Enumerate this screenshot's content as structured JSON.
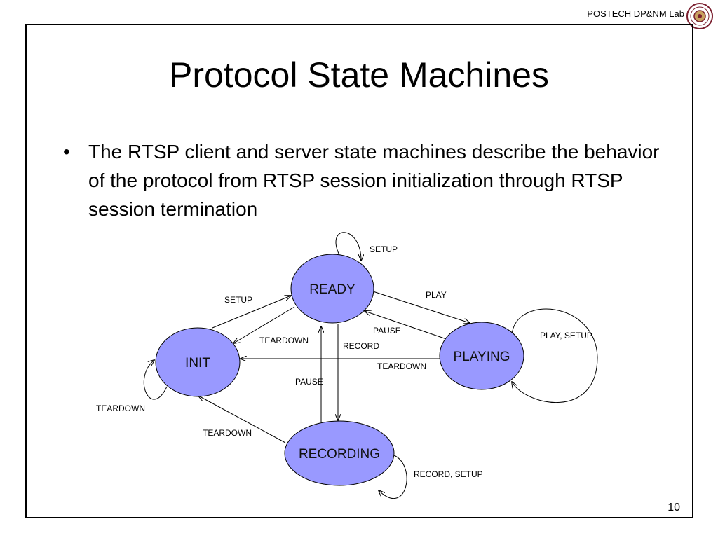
{
  "header": {
    "lab_name": "POSTECH DP&NM Lab",
    "logo_icon": "university-seal-icon"
  },
  "slide": {
    "title": "Protocol State Machines",
    "bullet": "The RTSP client and server state machines describe the behavior of the protocol from RTSP session initialization through RTSP session termination",
    "page_number": "10"
  },
  "diagram": {
    "states": {
      "ready": "READY",
      "init": "INIT",
      "playing": "PLAYING",
      "recording": "RECORDING"
    },
    "transitions": {
      "ready_self": "SETUP",
      "init_to_ready": "SETUP",
      "ready_to_playing": "PLAY",
      "playing_to_ready": "PAUSE",
      "ready_to_init": "TEARDOWN",
      "ready_to_recording": "RECORD",
      "playing_to_init": "TEARDOWN",
      "playing_self": "PLAY, SETUP",
      "recording_to_ready": "PAUSE",
      "init_self": "TEARDOWN",
      "recording_to_init": "TEARDOWN",
      "recording_self": "RECORD, SETUP"
    },
    "colors": {
      "state_fill": "#9999ff",
      "stroke": "#000000"
    }
  }
}
